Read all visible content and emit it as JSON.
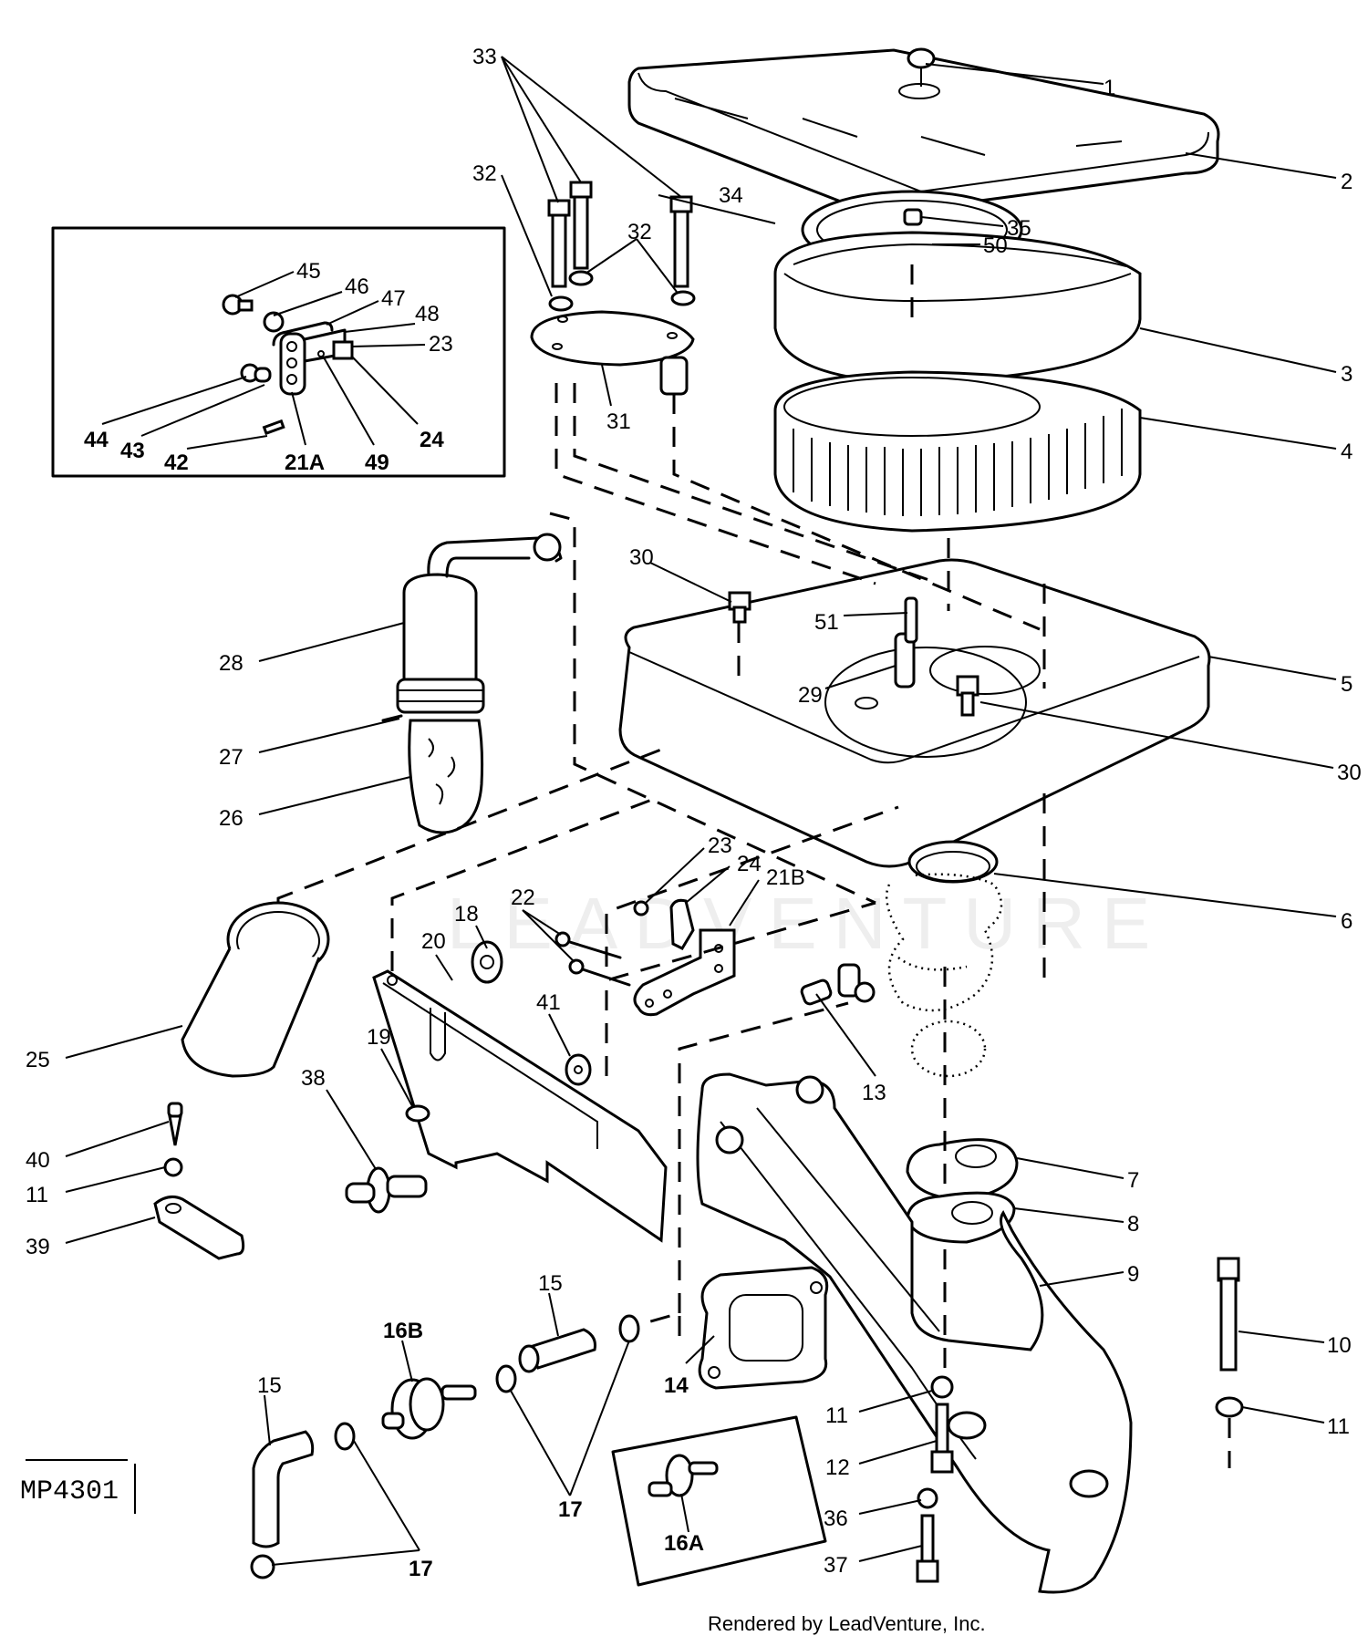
{
  "diagram": {
    "title_code": "MP4301",
    "credit": "Rendered by LeadVenture, Inc.",
    "watermark": "LEADVENTURE",
    "inset_box_label": "detail-inset-21A",
    "inset_box_16A_label": "detail-inset-16A"
  },
  "callouts": {
    "c1": "1",
    "c2": "2",
    "c3": "3",
    "c4": "4",
    "c5": "5",
    "c6": "6",
    "c7": "7",
    "c8": "8",
    "c9": "9",
    "c10": "10",
    "c11a": "11",
    "c11b": "11",
    "c11c": "11",
    "c12": "12",
    "c13": "13",
    "c14": "14",
    "c15a": "15",
    "c15b": "15",
    "c16a": "16A",
    "c16b": "16B",
    "c17a": "17",
    "c17b": "17",
    "c18": "18",
    "c19": "19",
    "c20": "20",
    "c21a": "21A",
    "c21b": "21B",
    "c22": "22",
    "c23a": "23",
    "c23b": "23",
    "c24a": "24",
    "c24b": "24",
    "c25": "25",
    "c26": "26",
    "c27": "27",
    "c28": "28",
    "c29": "29",
    "c30a": "30",
    "c30b": "30",
    "c31": "31",
    "c32a": "32",
    "c32b": "32",
    "c33": "33",
    "c34": "34",
    "c35": "35",
    "c36": "36",
    "c37": "37",
    "c38": "38",
    "c39": "39",
    "c40": "40",
    "c41": "41",
    "c42": "42",
    "c43": "43",
    "c44": "44",
    "c45": "45",
    "c46": "46",
    "c47": "47",
    "c48": "48",
    "c49": "49",
    "c50": "50",
    "c51": "51"
  },
  "parts": [
    {
      "ref": "1",
      "name": "wing-nut"
    },
    {
      "ref": "2",
      "name": "air-cleaner-cover"
    },
    {
      "ref": "3",
      "name": "pre-cleaner"
    },
    {
      "ref": "4",
      "name": "air-filter-element"
    },
    {
      "ref": "5",
      "name": "air-cleaner-base"
    },
    {
      "ref": "6",
      "name": "gasket-ring"
    },
    {
      "ref": "7",
      "name": "gasket"
    },
    {
      "ref": "8",
      "name": "gasket"
    },
    {
      "ref": "9",
      "name": "intake-manifold"
    },
    {
      "ref": "10",
      "name": "cap-screw"
    },
    {
      "ref": "11",
      "name": "lock-washer"
    },
    {
      "ref": "12",
      "name": "cap-screw"
    },
    {
      "ref": "13",
      "name": "elbow-fitting"
    },
    {
      "ref": "14",
      "name": "gasket"
    },
    {
      "ref": "15",
      "name": "hose"
    },
    {
      "ref": "16A",
      "name": "check-valve"
    },
    {
      "ref": "16B",
      "name": "check-valve"
    },
    {
      "ref": "17",
      "name": "hose-clamp"
    },
    {
      "ref": "18",
      "name": "nut"
    },
    {
      "ref": "19",
      "name": "washer"
    },
    {
      "ref": "20",
      "name": "bracket"
    },
    {
      "ref": "21A",
      "name": "throttle-bracket"
    },
    {
      "ref": "21B",
      "name": "choke-bracket"
    },
    {
      "ref": "22",
      "name": "cap-screw"
    },
    {
      "ref": "23",
      "name": "screw"
    },
    {
      "ref": "24",
      "name": "cable-clamp"
    },
    {
      "ref": "25",
      "name": "intake-tube"
    },
    {
      "ref": "26",
      "name": "breather-element"
    },
    {
      "ref": "27",
      "name": "clamp"
    },
    {
      "ref": "28",
      "name": "breather-tube"
    },
    {
      "ref": "29",
      "name": "stud"
    },
    {
      "ref": "30",
      "name": "cap-screw"
    },
    {
      "ref": "31",
      "name": "plate"
    },
    {
      "ref": "32",
      "name": "washer"
    },
    {
      "ref": "33",
      "name": "cap-screw"
    },
    {
      "ref": "34",
      "name": "safety-element"
    },
    {
      "ref": "35",
      "name": "nut"
    },
    {
      "ref": "36",
      "name": "lock-washer"
    },
    {
      "ref": "37",
      "name": "cap-screw"
    },
    {
      "ref": "38",
      "name": "fitting"
    },
    {
      "ref": "39",
      "name": "clip"
    },
    {
      "ref": "40",
      "name": "screw"
    },
    {
      "ref": "41",
      "name": "nut"
    },
    {
      "ref": "42",
      "name": "pin"
    },
    {
      "ref": "43",
      "name": "bushing"
    },
    {
      "ref": "44",
      "name": "nut"
    },
    {
      "ref": "45",
      "name": "screw"
    },
    {
      "ref": "46",
      "name": "clip"
    },
    {
      "ref": "47",
      "name": "spring"
    },
    {
      "ref": "48",
      "name": "lever"
    },
    {
      "ref": "49",
      "name": "spring-pin"
    },
    {
      "ref": "50",
      "name": "washer"
    },
    {
      "ref": "51",
      "name": "stud"
    }
  ]
}
